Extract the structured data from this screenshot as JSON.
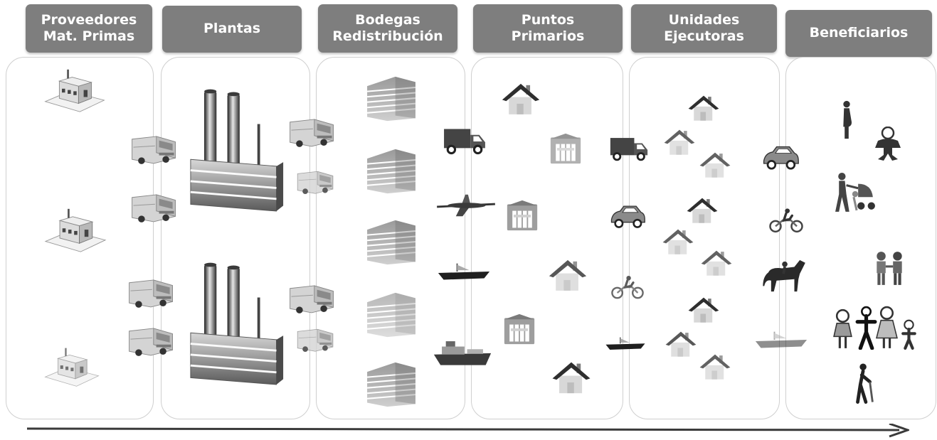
{
  "columns": [
    {
      "id": "proveedores",
      "label": "Proveedores\nMat. Primas"
    },
    {
      "id": "plantas",
      "label": "Plantas"
    },
    {
      "id": "bodegas",
      "label": "Bodegas\nRedistribución"
    },
    {
      "id": "puntos",
      "label": "Puntos\nPrimarios"
    },
    {
      "id": "unidades",
      "label": "Unidades\nEjecutoras"
    },
    {
      "id": "beneficiarios",
      "label": "Beneficiarios"
    }
  ],
  "colors": {
    "header_bg": "#7e7e7e",
    "header_text": "#ffffff",
    "border": "#cfcfcf",
    "house_roof": "#2e2e2e",
    "icon_gray": "#8a8a8a"
  },
  "icons": [
    "small-factory-icon",
    "factory-icon",
    "truck-icon",
    "building-icon",
    "airplane-icon",
    "boat-icon",
    "ship-icon",
    "house-icon",
    "warehouse-icon",
    "car-icon",
    "motorcycle-icon",
    "horse-icon",
    "pregnant-woman-icon",
    "baby-icon",
    "mother-stroller-icon",
    "children-icon",
    "family-icon",
    "elderly-icon",
    "flow-arrow-icon"
  ]
}
